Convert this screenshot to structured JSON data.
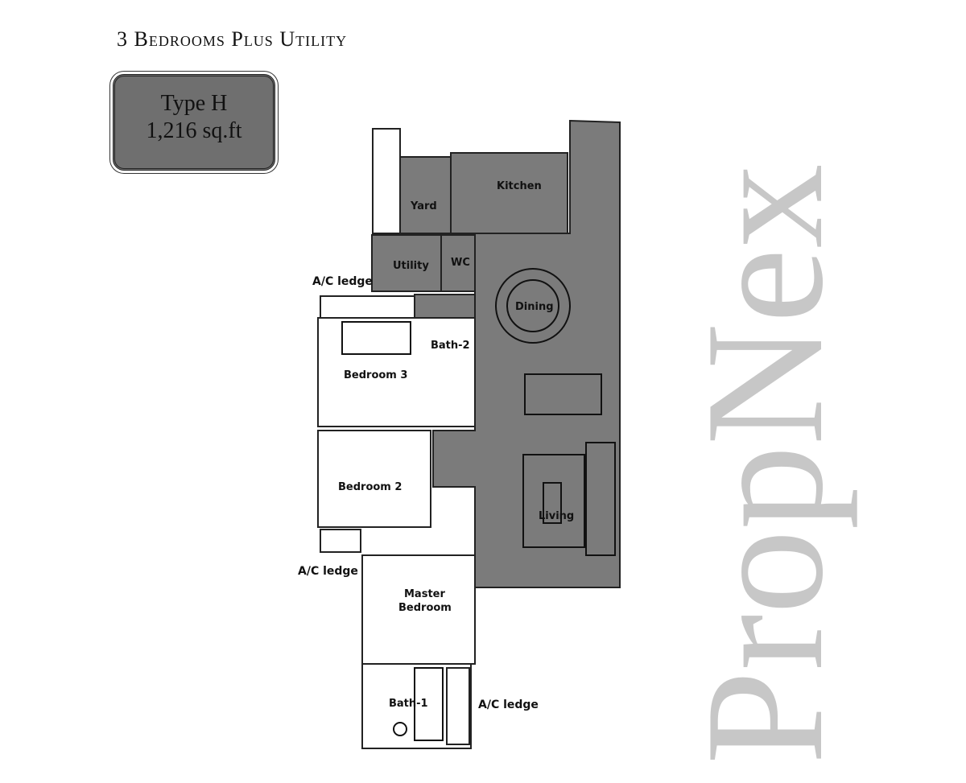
{
  "header": {
    "title": "3 Bedrooms Plus Utility"
  },
  "badge": {
    "type": "Type H",
    "area": "1,216 sq.ft"
  },
  "rooms": {
    "kitchen": "Kitchen",
    "yard": "Yard",
    "utility": "Utility",
    "wc": "WC",
    "dining": "Dining",
    "bath2": "Bath-2",
    "bedroom3": "Bedroom 3",
    "bedroom2": "Bedroom 2",
    "living": "Living",
    "master_line1": "Master",
    "master_line2": "Bedroom",
    "bath1": "Bath-1"
  },
  "ledges": [
    "A/C ledge",
    "A/C ledge",
    "A/C ledge"
  ],
  "watermark": "PropNex",
  "colors": {
    "floor_shaded": "#7b7b7b",
    "wall": "#222222"
  }
}
